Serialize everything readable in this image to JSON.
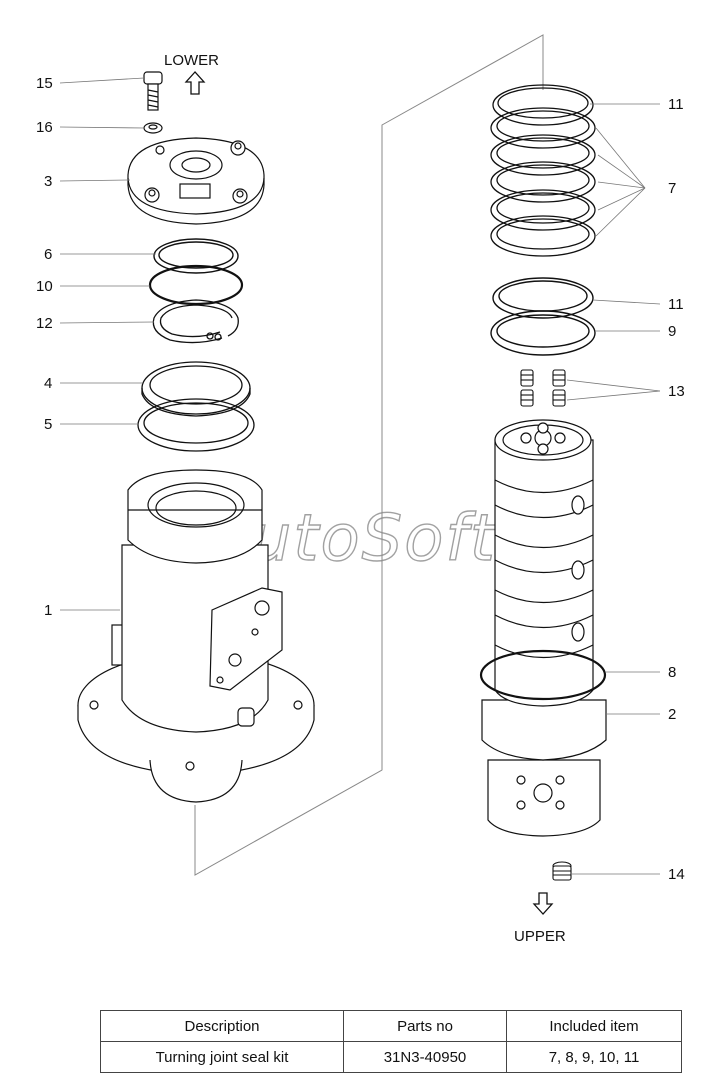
{
  "direction_labels": {
    "lower": "LOWER",
    "upper": "UPPER"
  },
  "watermark": "AutoSoft",
  "callouts": {
    "c15": "15",
    "c16": "16",
    "c3": "3",
    "c6": "6",
    "c10": "10",
    "c12": "12",
    "c4": "4",
    "c5": "5",
    "c1": "1",
    "c11a": "11",
    "c7": "7",
    "c11b": "11",
    "c9": "9",
    "c13": "13",
    "c8": "8",
    "c2": "2",
    "c14": "14"
  },
  "table": {
    "headers": [
      "Description",
      "Parts no",
      "Included item"
    ],
    "rows": [
      [
        "Turning joint seal kit",
        "31N3-40950",
        "7, 8, 9, 10, 11"
      ]
    ]
  }
}
